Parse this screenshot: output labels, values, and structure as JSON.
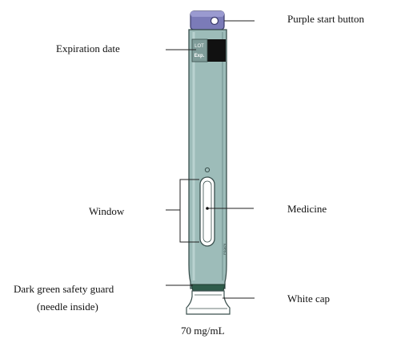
{
  "labels": {
    "start_button": "Purple start button",
    "expiration_date": "Expiration date",
    "window": "Window",
    "medicine": "Medicine",
    "safety_guard_line1": "Dark green safety guard",
    "safety_guard_line2": "(needle inside)",
    "white_cap": "White cap",
    "dose": "70 mg/mL"
  },
  "pen_text": {
    "exp": "Exp.",
    "lot": "LOT",
    "code": "PS0876"
  },
  "colors": {
    "pen_body": "#9dbcb9",
    "pen_outline": "#3a4f4d",
    "start_button": "#7b7bb8",
    "safety_guard": "#2f5c4b",
    "label_panel": "#111111"
  }
}
